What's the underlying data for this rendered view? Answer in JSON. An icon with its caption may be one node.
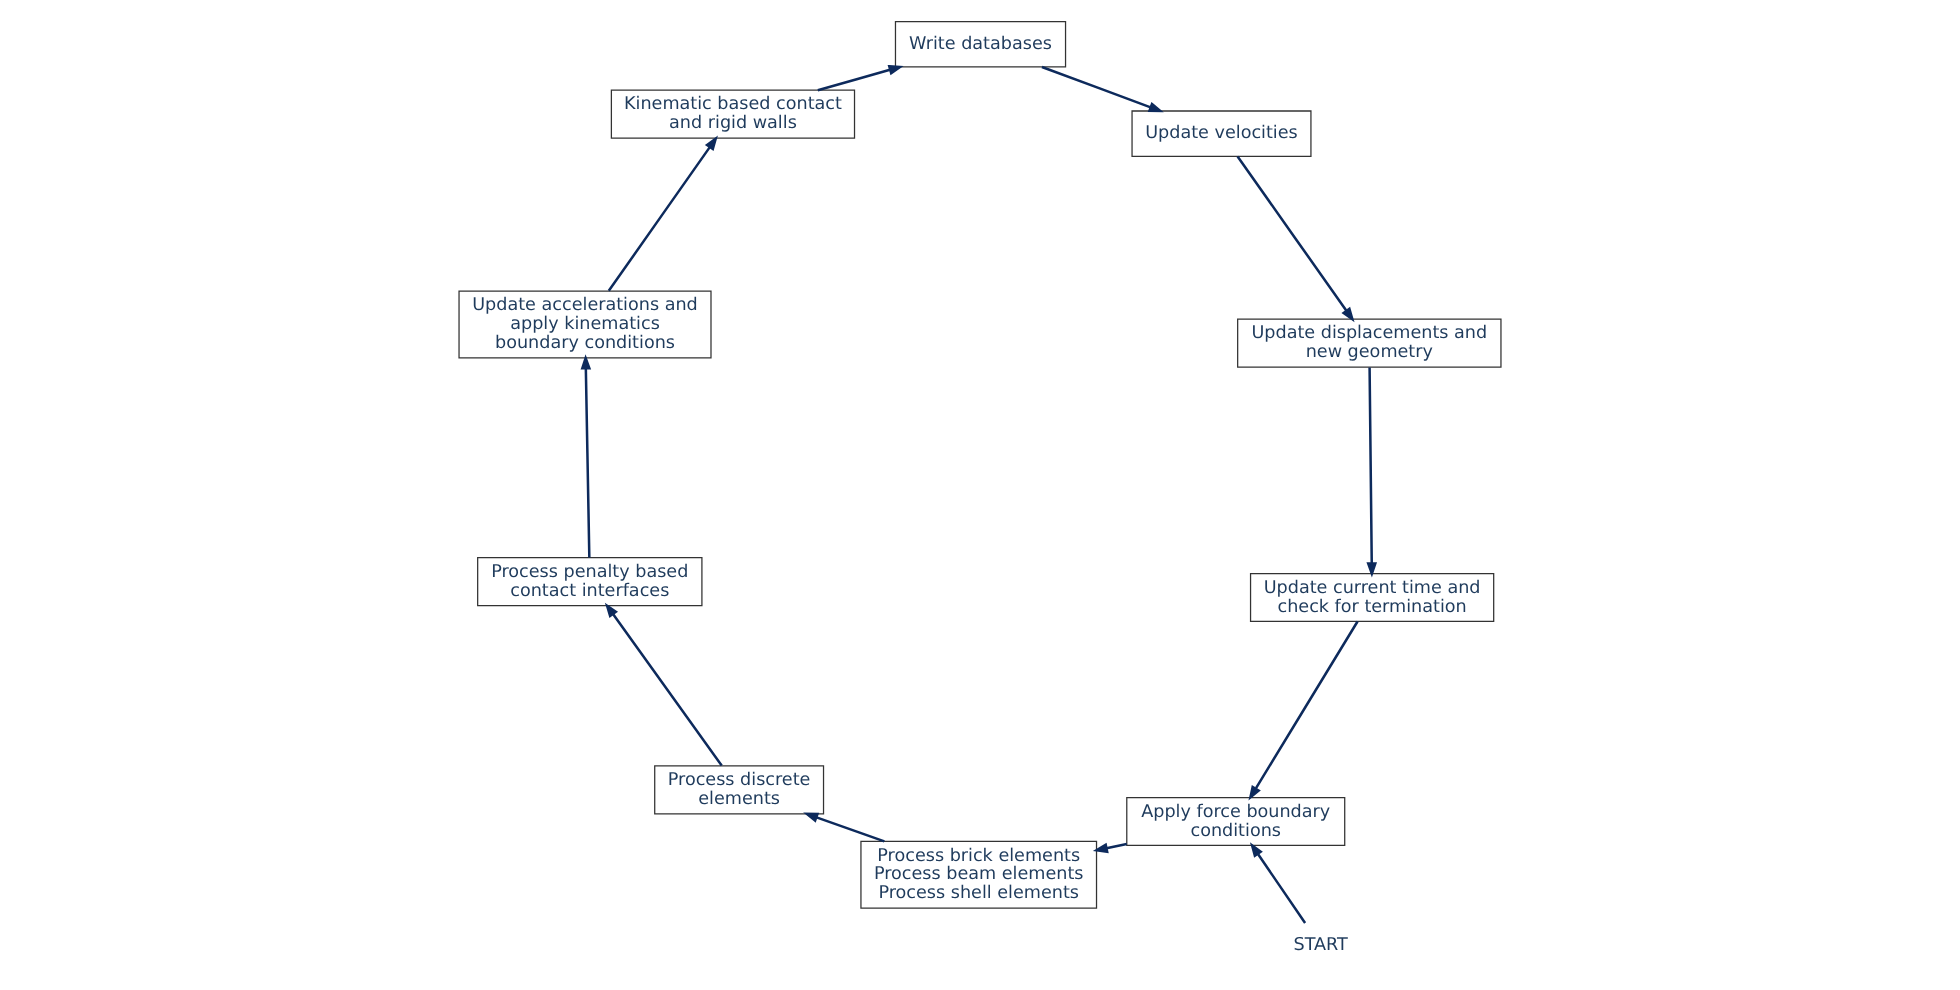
{
  "diagram": {
    "nodes": [
      {
        "text": [
          "Update velocities"
        ]
      },
      {
        "text": [
          "Write databases"
        ]
      },
      {
        "text": [
          "Update displacements and new geometry"
        ]
      },
      {
        "text": [
          "Kinematic based contact and rigid walls"
        ]
      },
      {
        "text": [
          "Update current time and check for termination"
        ]
      },
      {
        "text": [
          "Update accelerations and apply kinematics boundary conditions"
        ]
      },
      {
        "text": [
          "START"
        ]
      },
      {
        "text": [
          "Apply force boundary conditions"
        ]
      },
      {
        "text": [
          "Process penalty based contact interfaces"
        ]
      },
      {
        "text": [
          "Process brick elements",
          "Process beam elements",
          "Process shell elements"
        ]
      },
      {
        "text": [
          "Process discrete elements"
        ]
      }
    ],
    "edges": [
      {
        "from": 6,
        "to": 7,
        "arrow": "to"
      },
      {
        "from": 4,
        "to": 7,
        "arrow": "to"
      },
      {
        "from": 7,
        "to": 9,
        "arrow": "to"
      },
      {
        "from": 9,
        "to": 10,
        "arrow": "to"
      },
      {
        "from": 10,
        "to": 8,
        "arrow": "to"
      },
      {
        "from": 8,
        "to": 5,
        "arrow": "to"
      },
      {
        "from": 5,
        "to": 3,
        "arrow": "to"
      },
      {
        "from": 3,
        "to": 1,
        "arrow": "to"
      },
      {
        "from": 1,
        "to": 0,
        "arrow": "to"
      },
      {
        "from": 0,
        "to": 2,
        "arrow": "to"
      },
      {
        "from": 2,
        "to": 4,
        "arrow": "to"
      }
    ]
  }
}
